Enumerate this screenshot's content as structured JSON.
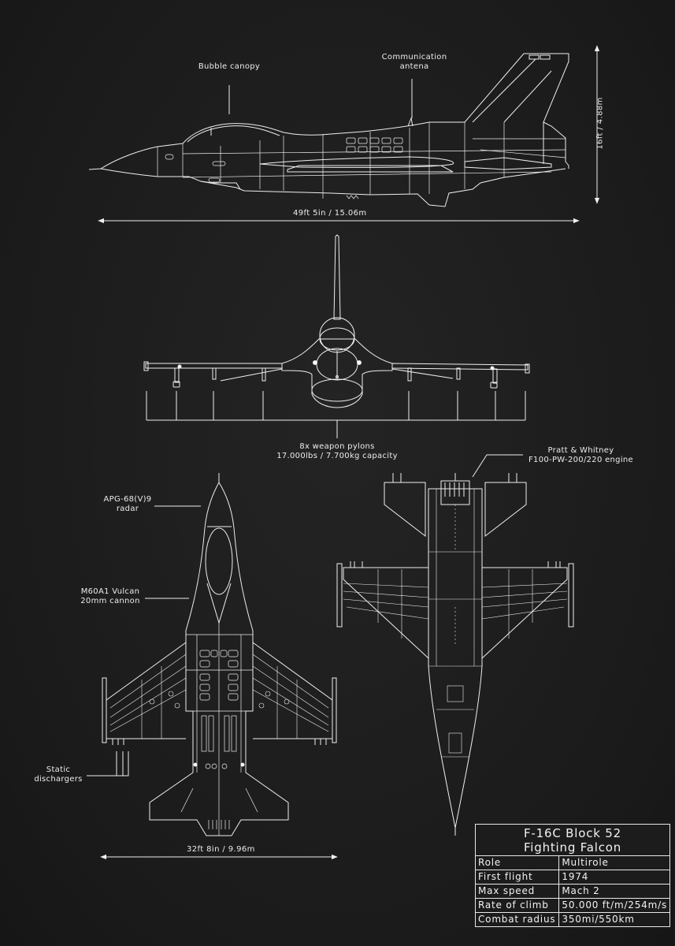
{
  "poster": {
    "background": "#1c1c1c",
    "line_color": "#f0f0f0"
  },
  "side_view": {
    "callouts": {
      "canopy": "Bubble canopy",
      "antenna_line1": "Communication",
      "antenna_line2": "antena"
    },
    "length_dimension": "49ft 5in / 15.06m",
    "height_dimension": "16ft / 4.88m"
  },
  "front_view": {
    "pylons_line1": "8x weapon pylons",
    "pylons_line2": "17.000lbs / 7.700kg capacity"
  },
  "top_view": {
    "radar_line1": "APG-68(V)9",
    "radar_line2": "radar",
    "cannon_line1": "M60A1 Vulcan",
    "cannon_line2": "20mm cannon",
    "dischargers_line1": "Static",
    "dischargers_line2": "dischargers",
    "wingspan_dimension": "32ft 8in / 9.96m"
  },
  "bottom_view": {
    "engine_line1": "Pratt & Whitney",
    "engine_line2": "F100-PW-200/220 engine"
  },
  "spec_table": {
    "title_line1": "F-16C Block 52",
    "title_line2": "Fighting Falcon",
    "rows": [
      {
        "key": "Role",
        "value": "Multirole"
      },
      {
        "key": "First flight",
        "value": "1974"
      },
      {
        "key": "Max speed",
        "value": "Mach 2"
      },
      {
        "key": "Rate of climb",
        "value": "50.000 ft/m/254m/s"
      },
      {
        "key": "Combat radius",
        "value": "350mi/550km"
      }
    ]
  }
}
